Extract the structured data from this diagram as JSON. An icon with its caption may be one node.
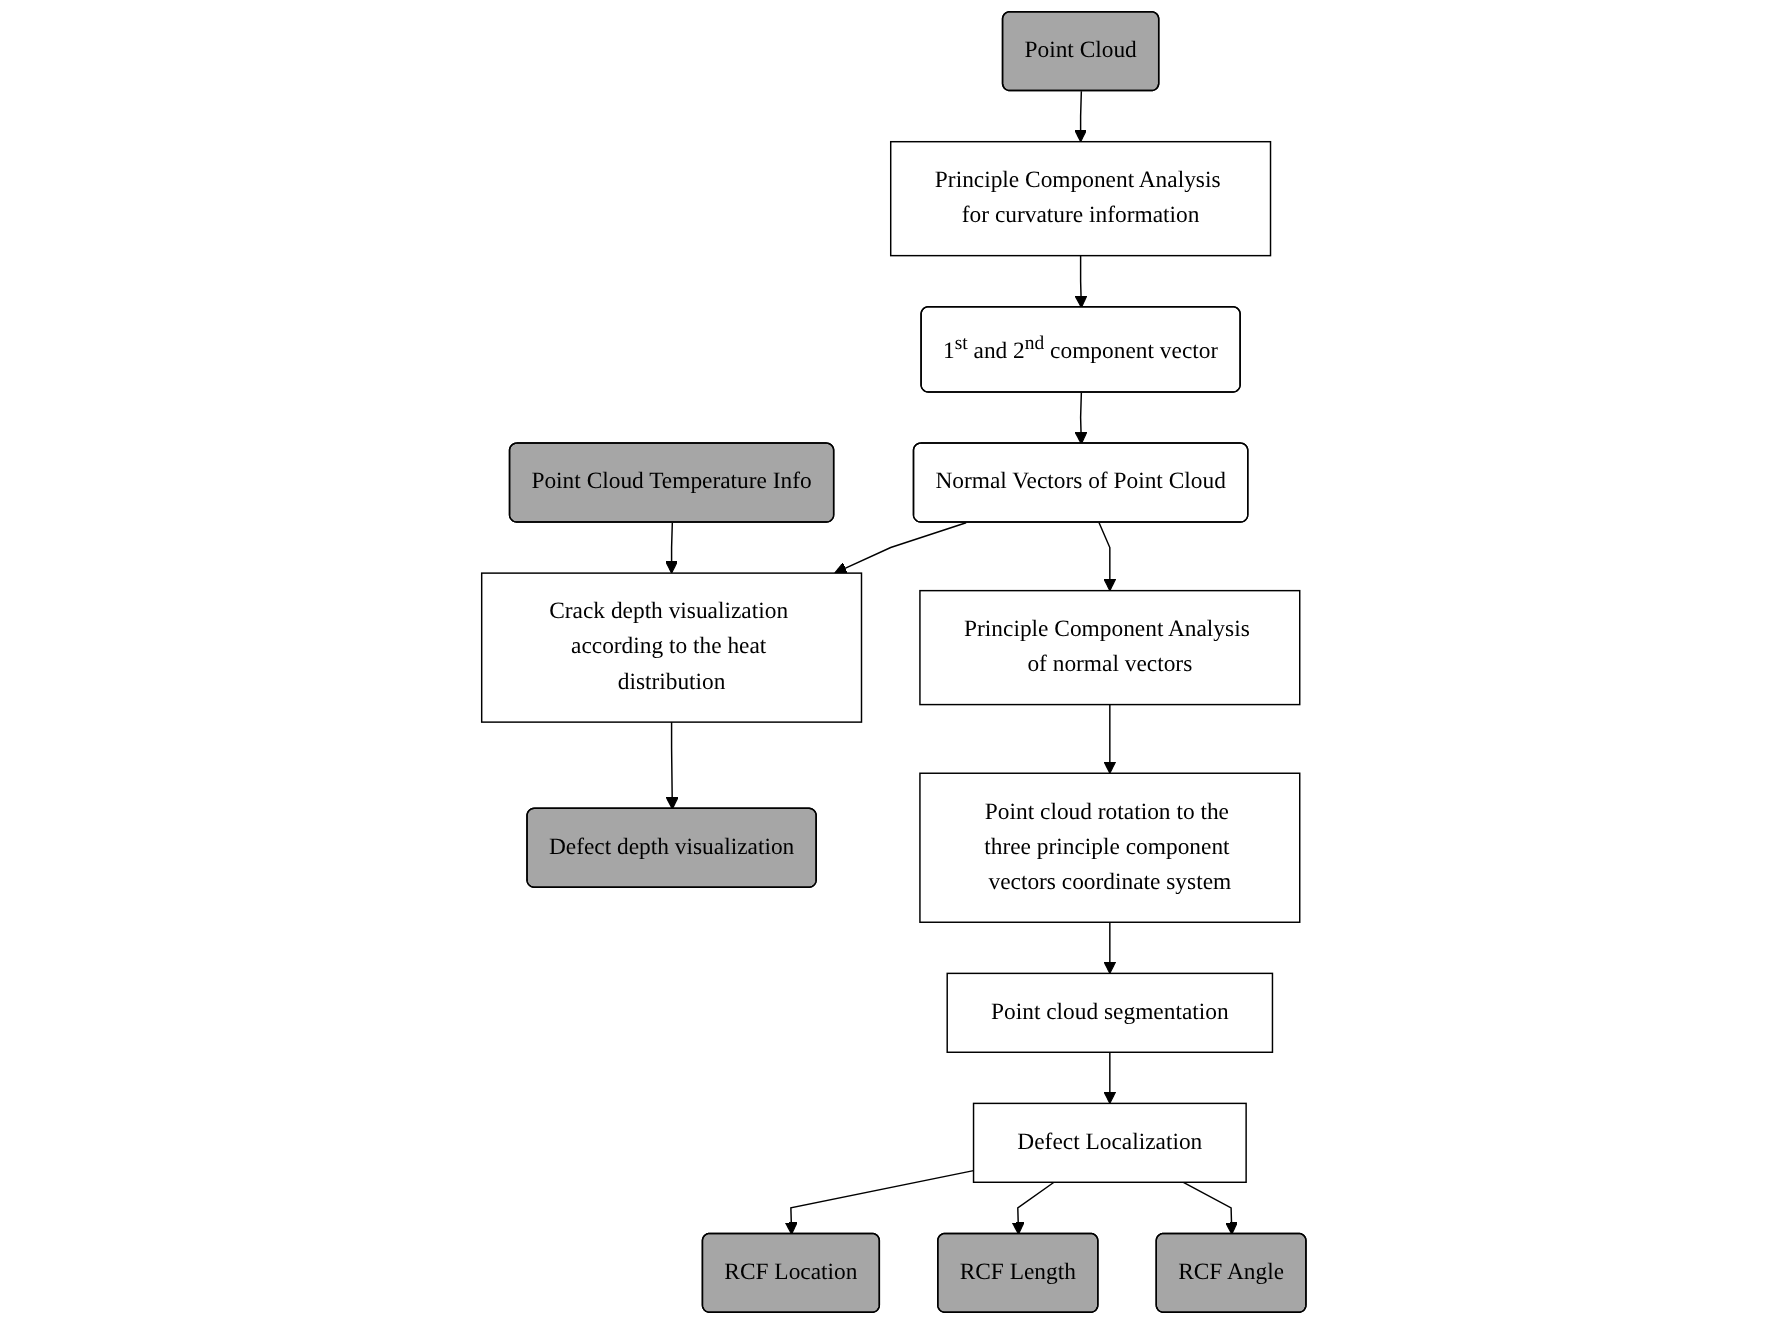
{
  "diagram": {
    "nodes": [
      {
        "text": [
          "Point Cloud"
        ]
      },
      {
        "text": [
          "Principle Component Analysis for curvature information"
        ]
      },
      {
        "text": [
          "1$^{st}$ and 2$^{nd}$ component vector"
        ]
      },
      {
        "text": [
          "Point Cloud Temperature Info"
        ]
      },
      {
        "text": [
          "Crack depth visualization according to the heat distribution"
        ]
      },
      {
        "text": [
          "Normal Vectors of Point Cloud"
        ]
      },
      {
        "text": [
          "Principle Component Analysis of normal vectors"
        ]
      },
      {
        "text": [
          "Point cloud rotation to the three principle component vectors coordinate system"
        ]
      },
      {
        "text": [
          "Point cloud segmentation"
        ]
      },
      {
        "text": [
          "Defect Localization"
        ]
      },
      {
        "text": [
          "Defect depth visualization"
        ]
      },
      {
        "text": [
          "RCF Location"
        ]
      },
      {
        "text": [
          "RCF Length"
        ]
      },
      {
        "text": [
          "RCF Angle"
        ]
      }
    ],
    "edges": [
      {
        "from": 0,
        "to": 1,
        "arrow": "to"
      },
      {
        "from": 1,
        "to": 2,
        "arrow": "to"
      },
      {
        "from": 2,
        "to": 5,
        "arrow": "to"
      },
      {
        "from": 3,
        "to": 4,
        "arrow": "to"
      },
      {
        "from": 5,
        "to": 4,
        "arrow": "to"
      },
      {
        "from": 5,
        "to": 6,
        "arrow": "to"
      },
      {
        "from": 6,
        "to": 7,
        "arrow": "to"
      },
      {
        "from": 7,
        "to": 8,
        "arrow": "to"
      },
      {
        "from": 8,
        "to": 9,
        "arrow": "to"
      },
      {
        "from": 9,
        "to": 11,
        "arrow": "to"
      },
      {
        "from": 9,
        "to": 12,
        "arrow": "to"
      },
      {
        "from": 9,
        "to": 13,
        "arrow": "to"
      },
      {
        "from": 4,
        "to": 10,
        "arrow": "to"
      }
    ]
  }
}
